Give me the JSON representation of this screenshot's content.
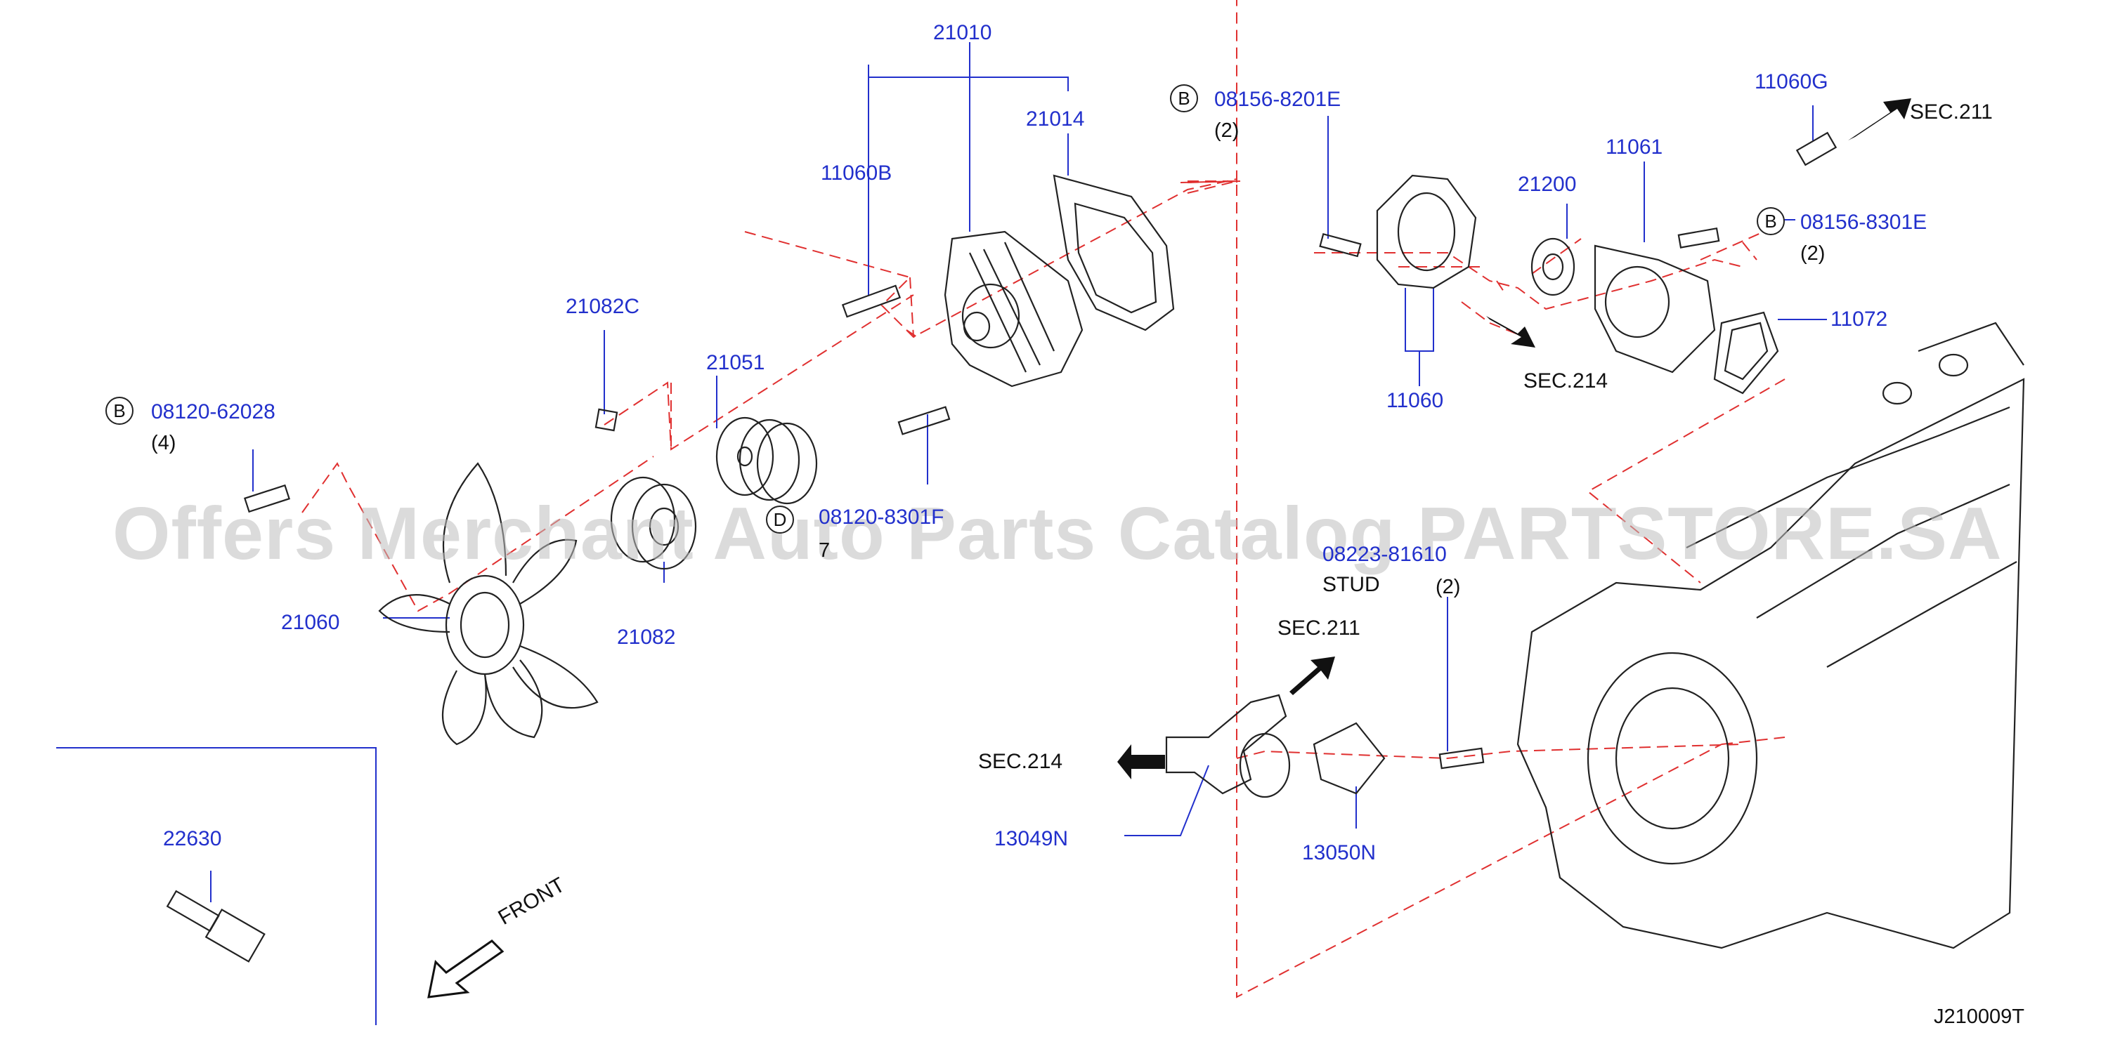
{
  "labels": {
    "p21010": "21010",
    "p21014": "21014",
    "p11060B": "11060B",
    "p21082C": "21082C",
    "p21051": "21051",
    "b08120_62028": "08120-62028",
    "q4": "(4)",
    "p21060": "21060",
    "p21082": "21082",
    "b08120_8301F": "08120-8301F",
    "q7": "7",
    "b08156_8201E": "08156-8201E",
    "q2a": "(2)",
    "p21200": "21200",
    "p11061": "11061",
    "p11060G": "11060G",
    "sec211_top": "SEC.211",
    "b08156_8301E": "08156-8301E",
    "q2b": "(2)",
    "p11072": "11072",
    "p11060": "11060",
    "sec214_top": "SEC.214",
    "p08223_81610": "08223-81610",
    "stud": "STUD",
    "q2c": "(2)",
    "sec211_mid": "SEC.211",
    "sec214_left": "SEC.214",
    "p13049N": "13049N",
    "p13050N": "13050N",
    "p22630": "22630",
    "front": "FRONT",
    "diagram_code": "J210009T"
  },
  "circle_letters": {
    "b1": "B",
    "b2": "B",
    "b3": "B",
    "d1": "D"
  },
  "watermark": "Offers Merchant Auto Parts Catalog PARTSTORE.SA",
  "colors": {
    "part_number": "#2230cc",
    "leader": "#2230cc",
    "dashed": "#e03030",
    "drawing": "#222222"
  },
  "icons": [
    "arrow-icon",
    "front-arrow-icon",
    "circle-b-icon",
    "circle-d-icon"
  ]
}
